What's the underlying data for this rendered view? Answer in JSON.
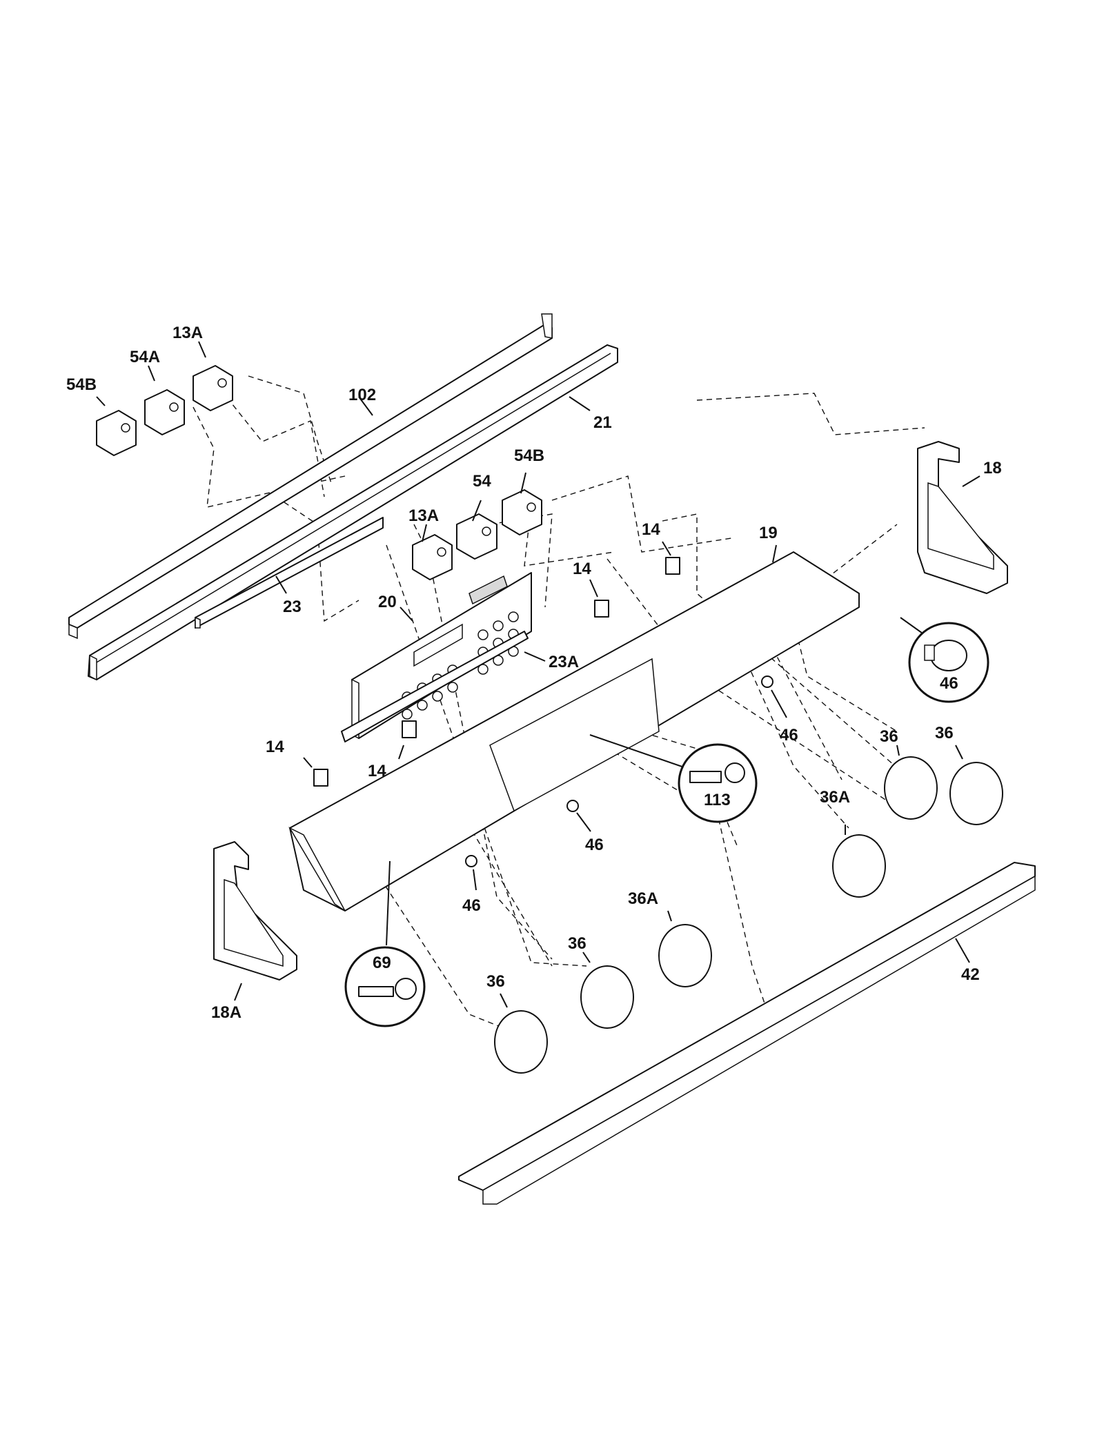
{
  "diagram": {
    "part_labels": {
      "p102": "102",
      "p21": "21",
      "p23": "23",
      "p20": "20",
      "p23a": "23A",
      "p19": "19",
      "p18": "18",
      "p18a": "18A",
      "p13a_top": "13A",
      "p54_top": "54",
      "p54b_top": "54B",
      "p13a_left": "13A",
      "p54a_left": "54A",
      "p54b_left": "54B",
      "p14_a": "14",
      "p14_b": "14",
      "p14_c": "14",
      "p14_d": "14",
      "p46_callout": "46",
      "p46_a": "46",
      "p46_b": "46",
      "p46_c": "46",
      "p113": "113",
      "p69": "69",
      "p36_a": "36",
      "p36_b": "36",
      "p36_c": "36",
      "p36_d": "36",
      "p36a_a": "36A",
      "p36a_b": "36A",
      "p42": "42"
    }
  }
}
